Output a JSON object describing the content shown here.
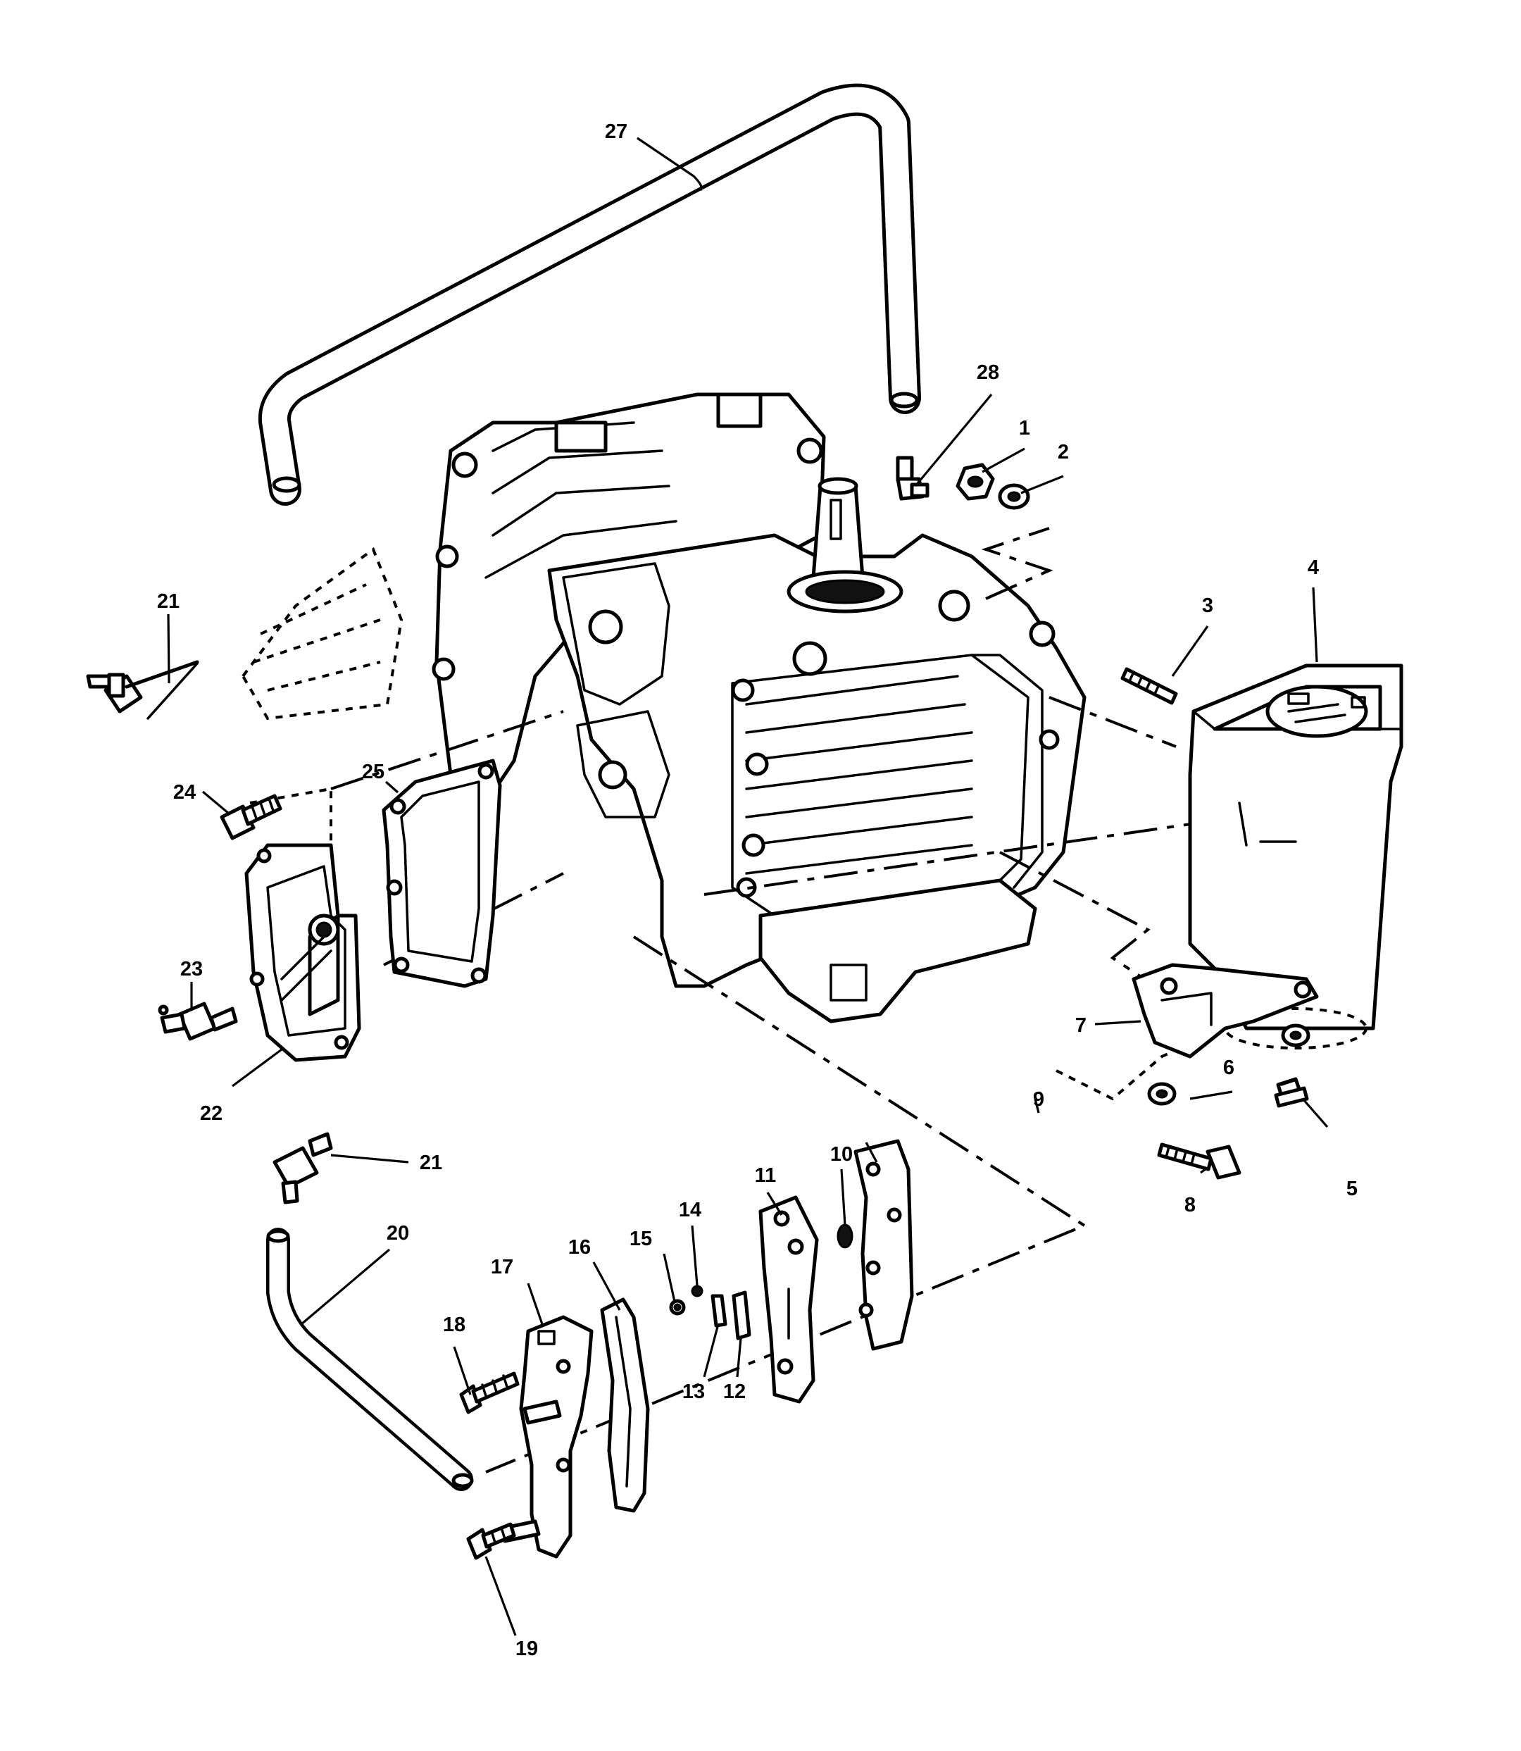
{
  "callouts": {
    "c1": "1",
    "c2": "2",
    "c3": "3",
    "c4": "4",
    "c5": "5",
    "c6": "6",
    "c7": "7",
    "c8": "8",
    "c9": "9",
    "c10": "10",
    "c11": "11",
    "c12": "12",
    "c13": "13",
    "c14": "14",
    "c15": "15",
    "c16": "16",
    "c17": "17",
    "c18": "18",
    "c19": "19",
    "c20": "20",
    "c21a": "21",
    "c21b": "21",
    "c22": "22",
    "c23": "23",
    "c24": "24",
    "c25": "25",
    "c27": "27",
    "c28": "28"
  }
}
